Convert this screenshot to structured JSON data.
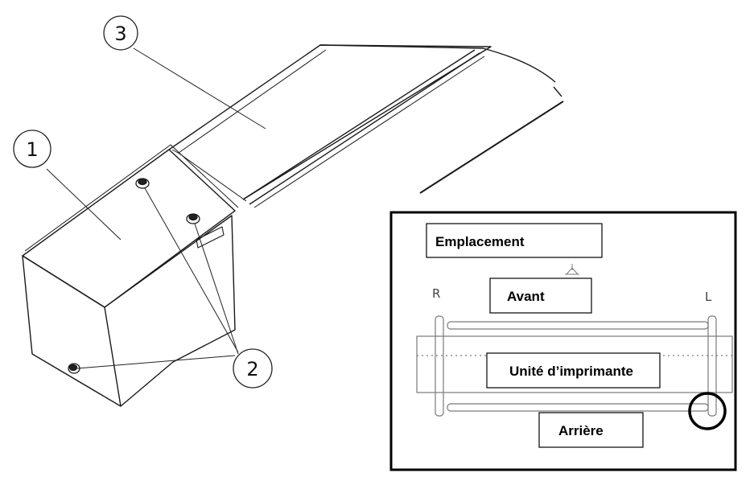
{
  "callouts": {
    "one": "1",
    "two": "2",
    "three": "3"
  },
  "inset": {
    "location_label": "Emplacement",
    "front_label": "Avant",
    "rear_label": "Arrière",
    "printer_unit_label": "Unité d’imprimante",
    "right_side": "R",
    "left_side": "L"
  }
}
